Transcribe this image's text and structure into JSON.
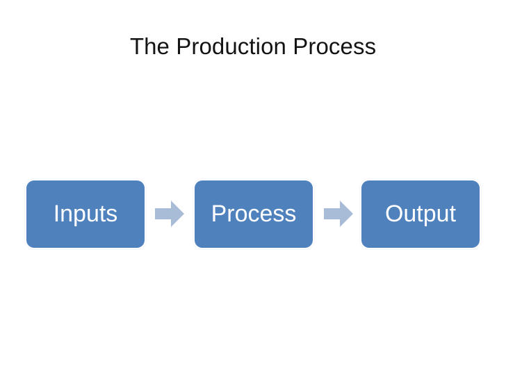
{
  "slide": {
    "title": "The Production Process",
    "background_color": "#ffffff",
    "title_color": "#141414"
  },
  "diagram": {
    "type": "process-flow",
    "box_fill_color": "#4f81bd",
    "box_text_color": "#ffffff",
    "arrow_color": "#a8bcd8",
    "boxes": [
      {
        "label": "Inputs"
      },
      {
        "label": "Process"
      },
      {
        "label": "Output"
      }
    ],
    "arrows": [
      {
        "direction": "right",
        "from": "Inputs",
        "to": "Process"
      },
      {
        "direction": "right",
        "from": "Process",
        "to": "Output"
      }
    ]
  }
}
